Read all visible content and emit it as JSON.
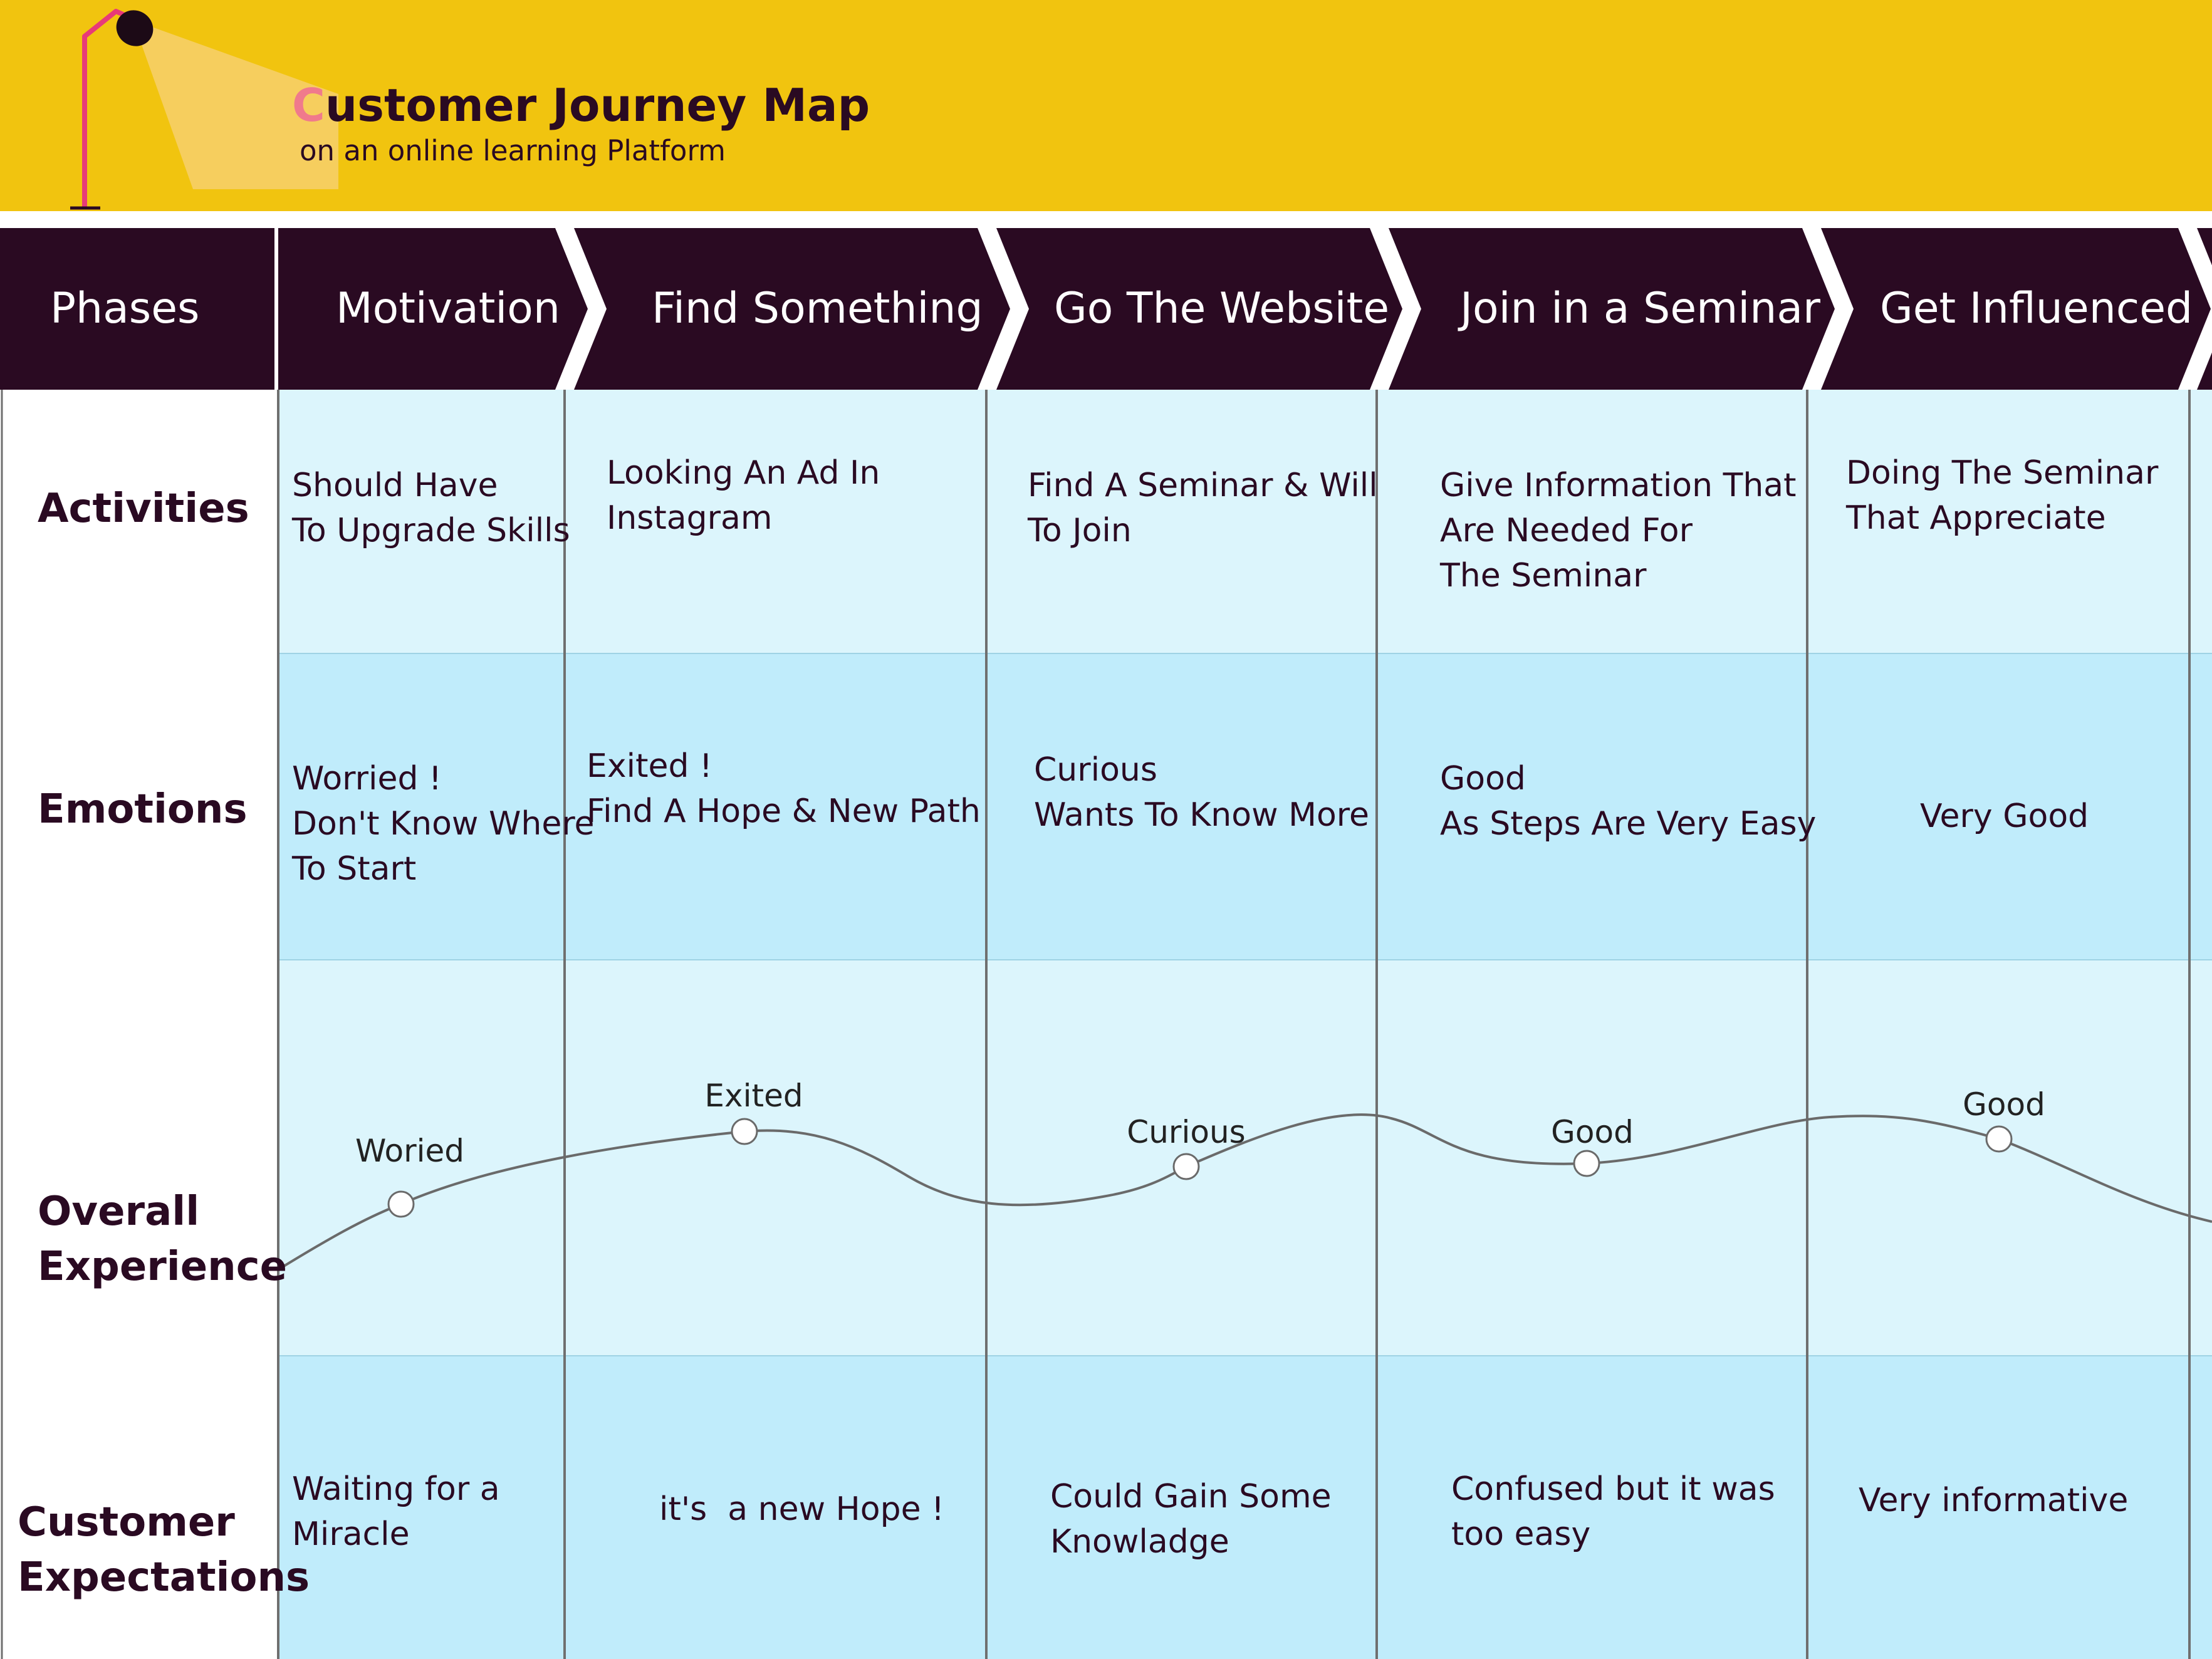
{
  "header": {
    "title_initial": "C",
    "title_rest": "ustomer Journey Map",
    "subtitle": "on an online learning Platform",
    "icon": "desk-lamp-icon"
  },
  "colors": {
    "header_bg": "#f1c40f",
    "phase_bar_bg": "#2a0a22",
    "row_light": "#dcf5fc",
    "row_dark": "#c0ecfb",
    "text_dark": "#2a0a22",
    "lamp_pink": "#e83a78"
  },
  "phases": {
    "label": "Phases",
    "items": [
      "Motivation",
      "Find Something",
      "Go The Website",
      "Join in a Seminar",
      "Get Influenced"
    ]
  },
  "rows": {
    "activities": {
      "label": "Activities",
      "cells": [
        "Should Have\nTo Upgrade Skills",
        "Looking An Ad In\nInstagram",
        "Find A Seminar & Will\nTo Join",
        "Give Information That\nAre Needed For\nThe Seminar",
        "Doing The Seminar\nThat Appreciate"
      ]
    },
    "emotions": {
      "label": "Emotions",
      "cells": [
        "Worried !\nDon't Know Where\nTo Start",
        "Exited !\nFind A Hope & New Path",
        "Curious\nWants To Know More",
        "Good\nAs Steps Are Very Easy",
        "Very Good"
      ]
    },
    "overall": {
      "label": "Overall\nExperience",
      "points": [
        "Woried",
        "Exited",
        "Curious",
        "Good",
        "Good"
      ]
    },
    "expectations": {
      "label": "Customer\nExpectations",
      "cells": [
        "Waiting for a\nMiracle",
        "it's  a new Hope !",
        "Could Gain Some\nKnowladge",
        "Confused but it was\ntoo easy",
        "Very informative"
      ]
    }
  }
}
